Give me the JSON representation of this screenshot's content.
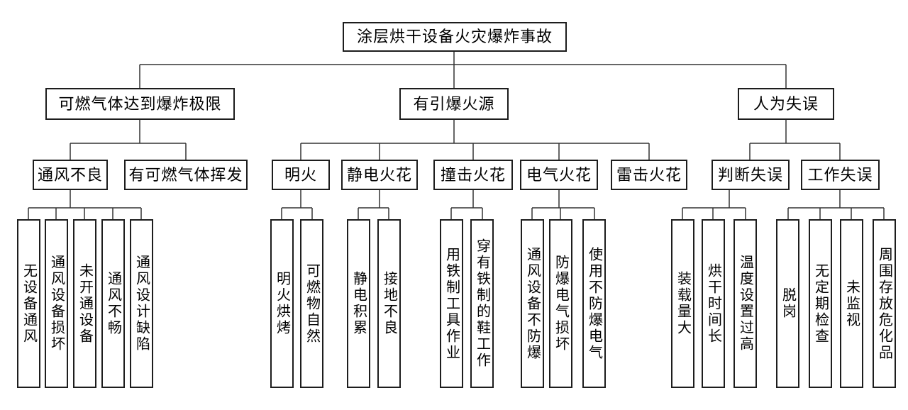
{
  "colors": {
    "line": "#333333",
    "box_border": "#1d1d1d",
    "background": "#ffffff",
    "text": "#000000"
  },
  "diagram": {
    "root": {
      "label": "涂层烘干设备火灾爆炸事故"
    },
    "branches": [
      {
        "label": "可燃气体达到爆炸极限",
        "children": [
          {
            "label": "通风不良",
            "leaves": [
              {
                "label": "无设备通风"
              },
              {
                "label": "通风设备损坏"
              },
              {
                "label": "未开通设备"
              },
              {
                "label": "通风不畅"
              },
              {
                "label": "通风设计缺陷"
              }
            ]
          },
          {
            "label": "有可燃气体挥发",
            "leaves": []
          }
        ]
      },
      {
        "label": "有引爆火源",
        "children": [
          {
            "label": "明火",
            "leaves": [
              {
                "label": "明火烘烤"
              },
              {
                "label": "可燃物自然"
              }
            ]
          },
          {
            "label": "静电火花",
            "leaves": [
              {
                "label": "静电积累"
              },
              {
                "label": "接地不良"
              }
            ]
          },
          {
            "label": "撞击火花",
            "leaves": [
              {
                "label": "用铁制工具作业"
              },
              {
                "label": "穿有铁制的鞋工作"
              }
            ]
          },
          {
            "label": "电气火花",
            "leaves": [
              {
                "label": "通风设备不防爆"
              },
              {
                "label": "防爆电气损坏"
              },
              {
                "label": "使用不防爆电气"
              }
            ]
          },
          {
            "label": "雷击火花",
            "leaves": []
          }
        ]
      },
      {
        "label": "人为失误",
        "children": [
          {
            "label": "判断失误",
            "leaves": [
              {
                "label": "装载量大"
              },
              {
                "label": "烘干时间长"
              },
              {
                "label": "温度设置过高"
              }
            ]
          },
          {
            "label": "工作失误",
            "leaves": [
              {
                "label": "脱岗"
              },
              {
                "label": "无定期检查"
              },
              {
                "label": "未监视"
              },
              {
                "label": "周围存放危化品"
              }
            ]
          }
        ]
      }
    ]
  }
}
